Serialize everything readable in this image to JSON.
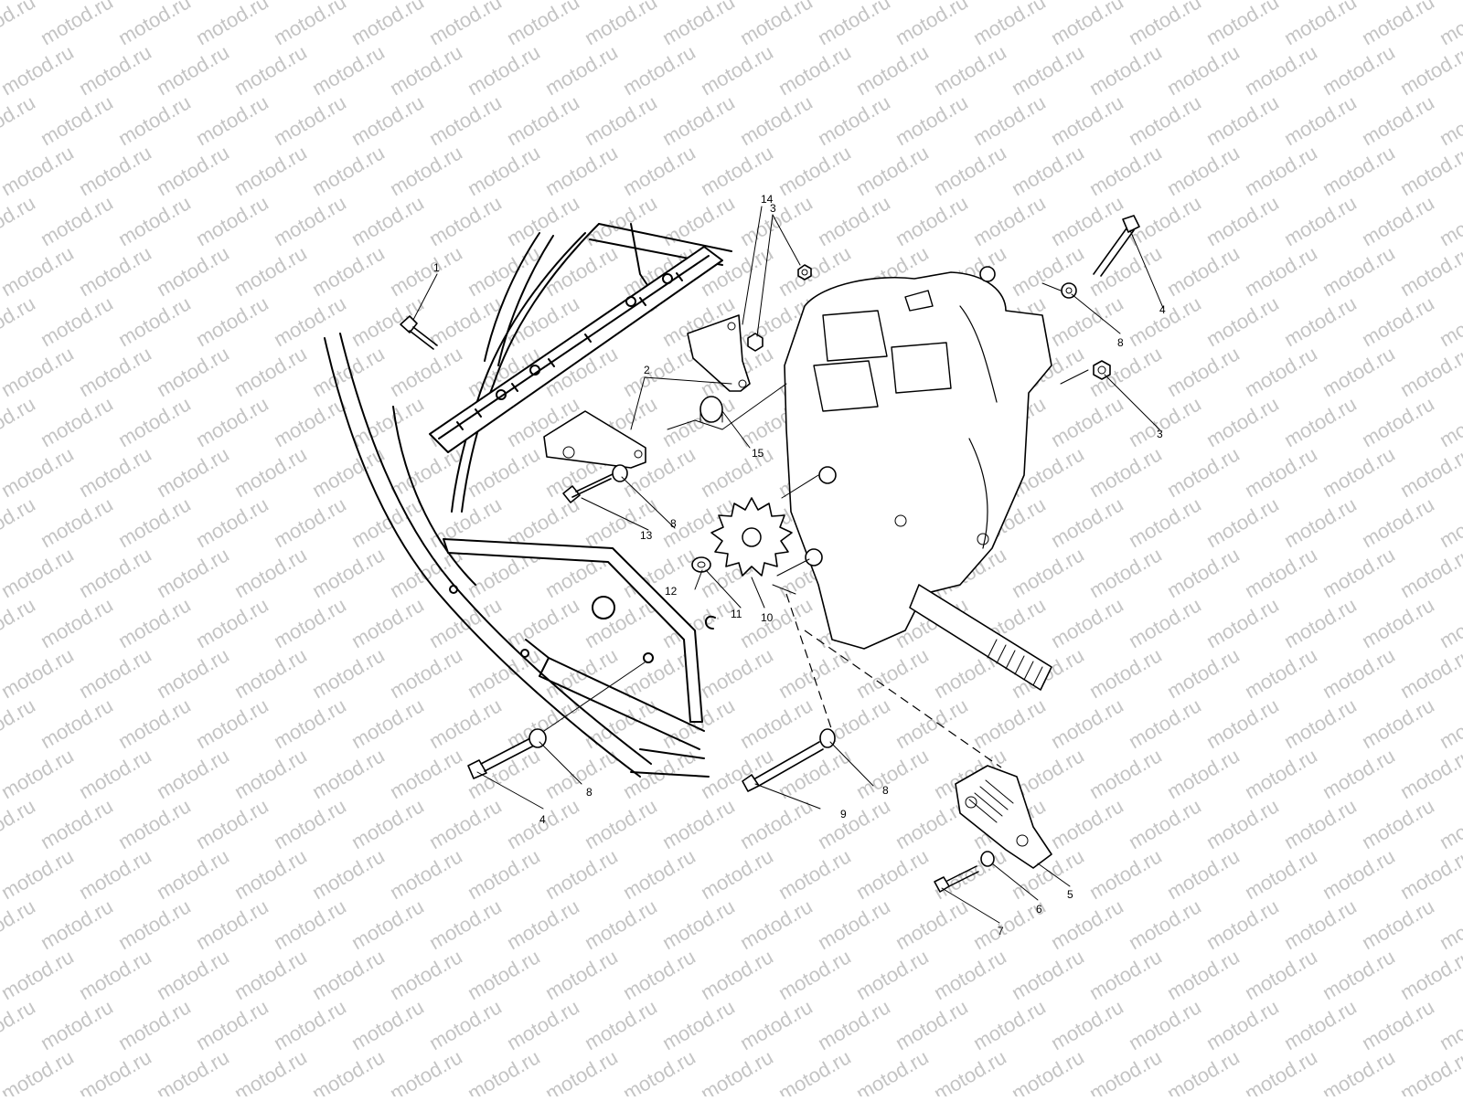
{
  "watermark": {
    "text": "motod.ru"
  },
  "callouts": {
    "c1": "1",
    "c2": "2",
    "c3a": "3",
    "c3b": "3",
    "c4a": "4",
    "c4b": "4",
    "c5": "5",
    "c6": "6",
    "c7": "7",
    "c8a": "8",
    "c8b": "8",
    "c8c": "8",
    "c8d": "8",
    "c9": "9",
    "c10": "10",
    "c11": "11",
    "c12": "12",
    "c13": "13",
    "c14": "14",
    "c15": "15"
  },
  "colors": {
    "line": "#000000",
    "watermark": "#c4c4c4",
    "background": "#ffffff"
  }
}
